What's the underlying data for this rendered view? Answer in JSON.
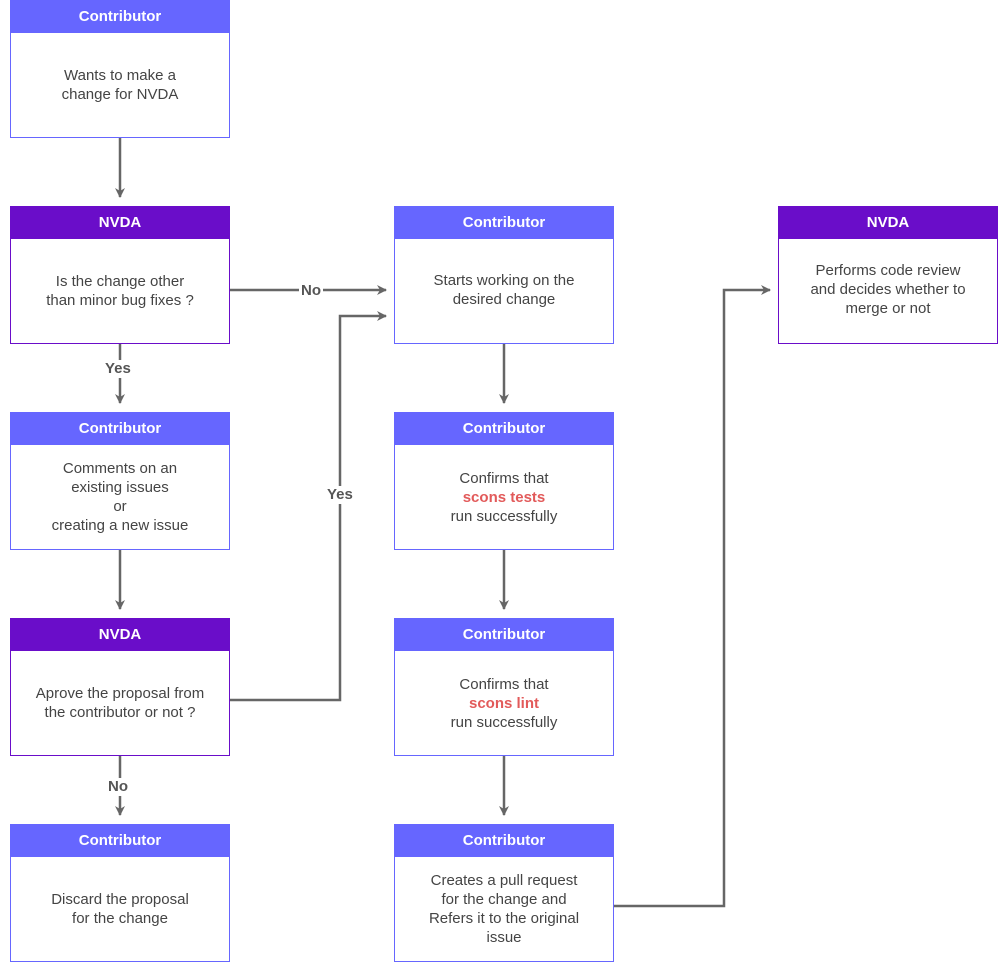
{
  "nodes": {
    "n1": {
      "role": "Contributor",
      "lines": [
        "Wants to make a",
        "change for NVDA"
      ]
    },
    "n2": {
      "role": "NVDA",
      "lines": [
        "Is the change other",
        "than minor bug fixes ?"
      ]
    },
    "n3": {
      "role": "Contributor",
      "lines": [
        "Comments on an",
        "existing issues",
        "or",
        "creating a new issue"
      ]
    },
    "n4": {
      "role": "NVDA",
      "lines": [
        "Aprove the proposal from",
        "the contributor or not ?"
      ]
    },
    "n5": {
      "role": "Contributor",
      "lines": [
        "Discard the proposal",
        "for the change"
      ]
    },
    "n6": {
      "role": "Contributor",
      "lines": [
        "Starts working on the",
        "desired change"
      ]
    },
    "n7": {
      "role": "Contributor",
      "lines": [
        "Confirms that",
        "scons tests",
        "run successfully"
      ]
    },
    "n8": {
      "role": "Contributor",
      "lines": [
        "Confirms that",
        "scons lint",
        "run successfully"
      ]
    },
    "n9": {
      "role": "Contributor",
      "lines": [
        "Creates a pull request",
        "for the change and",
        "Refers it to the original",
        "issue"
      ]
    },
    "n10": {
      "role": "NVDA",
      "lines": [
        "Performs code review",
        "and decides whether to",
        "merge or not"
      ]
    }
  },
  "edge_labels": {
    "no_to_work": "No",
    "yes_to_comment": "Yes",
    "yes_to_work": "Yes",
    "no_to_discard": "No"
  },
  "colors": {
    "contributor": "#6666ff",
    "nvda": "#6a0dc9",
    "highlight": "#e25a5a",
    "edge": "#666666"
  }
}
